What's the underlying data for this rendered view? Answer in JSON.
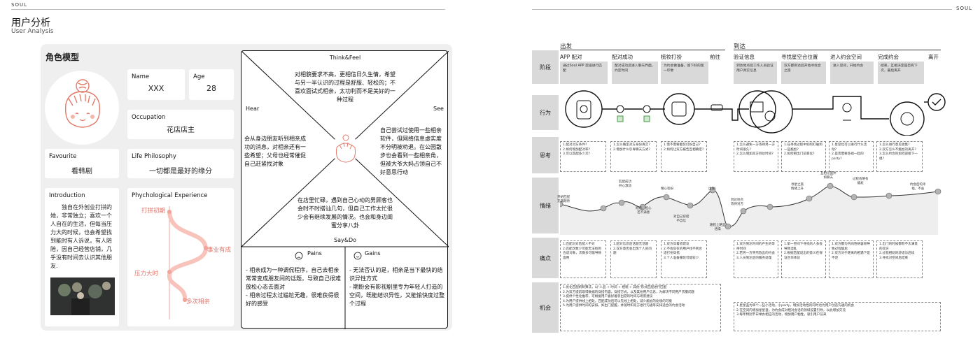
{
  "brand": "SOUL",
  "page": {
    "title": "用户分析",
    "subtitle": "User Analysis"
  },
  "persona": {
    "section_title": "角色模型",
    "name_label": "Name",
    "name_value": "XXX",
    "age_label": "Age",
    "age_value": "28",
    "occupation_label": "Occupation",
    "occupation_value": "花店店主",
    "favourite_label": "Favourite",
    "favourite_value": "看韩剧",
    "philosophy_label": "Life Philosophy",
    "philosophy_value": "一切都是最好的缘分",
    "intro_label": "Introduction",
    "intro_text": "独自在外创业打拼的她，非常独立；喜欢一个人自在的生活，但每当压力大的时候，也会希望找到能时有人诉说，有人陪陪，因自己经营店铺，几乎没有时间去认识其他朋友.",
    "psych_label": "Phychological Experience",
    "psych_points": [
      "打拼初期",
      "事业有成",
      "压力大时",
      "多次相亲"
    ]
  },
  "empathy": {
    "think_label": "Think&Feel",
    "think_text": "对相貌要求不高，更相信日久生情，希望与另一半认识的过程是舒服、轻松的；不喜欢面试式相亲，太功利而不是美好的一种过程",
    "hear_label": "Hear",
    "hear_text": "会从身边朋友听到相亲成功的消息，对相亲还有一些希望；父母也经常催促自己赶紧找对象",
    "see_label": "See",
    "see_text": "自己尝试过使用一些相亲软件，但网络信息虚实度不分明被劝退。在公园散步也会看到一些相亲角，但被大爷大妈占领自己不好意思行动",
    "say_label": "Say&Do",
    "say_text": "在店里忙碌，遇到自己心动的男顾客也会时不时搭讪几句，但自己工作太忙很少会有继续发展的情况。也会和身边闺蜜分享八卦",
    "pains_label": "Pains",
    "pains_text": "- 相亲成为一种调侃程序，自己去相亲常常变成朋友间的话题，导致自己很难放松心态去面对\n- 相亲过程太过尴尬无趣，很难获得很好的感受",
    "gains_label": "Gains",
    "gains_text": "- 无法否认的是，相亲是当下最快的结识异性方式\n- 期盼会有影视剧里专为年轻人打造的空间，既能结识异性，又能愉快度过整个过程"
  },
  "journey": {
    "phase_depart": "出发",
    "phase_arrive": "到达",
    "steps": [
      "APP 配对",
      "配对成功",
      "梳妆打扮",
      "前往",
      "验证信息",
      "寻找星空合位置",
      "进入约会空间",
      "完成约会",
      "离开"
    ],
    "row_labels": [
      "阶段",
      "行为",
      "思考",
      "情绪",
      "痛点",
      "机会"
    ],
    "stage_cells": [
      "通过Soul APP 渠道进行匹配",
      "配对成功后进入聊天界面，约定时间",
      "为约会做准备，留下好的第一印象",
      "到达地点后工作人员验证用户真实信息",
      "双方都到达后开始寻找合之旅",
      "进入空间，开始约会",
      "结束，互相决定是否有下次，最后离开"
    ],
    "think_cells": [
      "1.配对对方条件?\n2.如何增加配对率?\n3.可以匹配多少次?",
      "1.怎么确定对方身份真实?\n2.增加什么引导聊天方式?",
      "1.需不需要着装打扮自己?\n2.如何让双方报告互相确定?",
      "1.怎么避免一方等待另一方时间很久?\n2.怎么增加双方到达时间?",
      "1.在寻找过程中如何打破和一些尴尬?\n2.如何把出门前变化?",
      "1.星空位可以进行什么活动?\n2.是否需要多组一起的party?",
      "1.怎么进行意见收集?\n2.双方怎么不尴尬的离开?\n3.怎么约合的如何迎接下一组?"
    ],
    "emotion_labels": [
      "开始匹配\n充满期待",
      "匹配成功\n开心激动",
      "刚后，担心\n若不满意",
      "精心装扮",
      "对自己穿搭\n不自信",
      "出发!",
      "路程上略显\n恬噪",
      "到达地点\n等待对方",
      "寻星之旅\n情绪上升",
      "互相见面并\n如聊天",
      "过程会略有\n尴尬",
      "约会后的幸\n福，不舍"
    ],
    "pain_cells": [
      "1.匹配对对匹配人不对\n2.匹配次数少可能无法找到合适对象，次数多可能导致滥用",
      "1.配对信息后话题无话题\n2.双方意否会出现个人的问题",
      "1.双方穿着搭建议\n2.不会穿衣的用户找不到合适打扮穿搭\n3.个人准备服装可能较少",
      "1.双方到达时间的产生的等待时间\n2.若另一方突然放出的约会\n3.人员到达后的服务处理",
      "1.第一空间下寻找的人多会导致混乱\n2.根据匹配说出的意义在保证合作体验",
      "1.双方都为内向性格容易导致过程尴尬\n2.双方对于距离的相遇下是不足",
      "1.出门的时候都有不太满意的双方\n2.过程相处的舒适与后续\n3.寻找对空间后结束"
    ],
    "opp_left": "1.优化匹配机制算法，以\"人品 + 时间 + 相貌 + 其他\"形式匹配进行匹配\n2.为双方提前取得数据的穿搭内容，穿搭方式，以及其他用户信息，为解决不同用户衣服问题\n3.提供个性化推荐，可根据用户喜好着装出游的时间与场景建议\n4.为用户提供线上相处，匹配成功后可以先线上相处，减少尴尬的处境的可能\n5.为用户提供时间的安排，如出门提醒，并随时和双方进行沟通等安排适合的约会活动",
    "opp_right": "1.星星盖为单个一些小活动，小party，增加活动性的同时也为用户创造沟通的机会\n2.在空间内增加星星盏，为约会成对相对会话的领域设置引导，以此增加交流\n3.每年特别节日举办相应的活动，增加用户粘性，吸引用户前来"
  }
}
